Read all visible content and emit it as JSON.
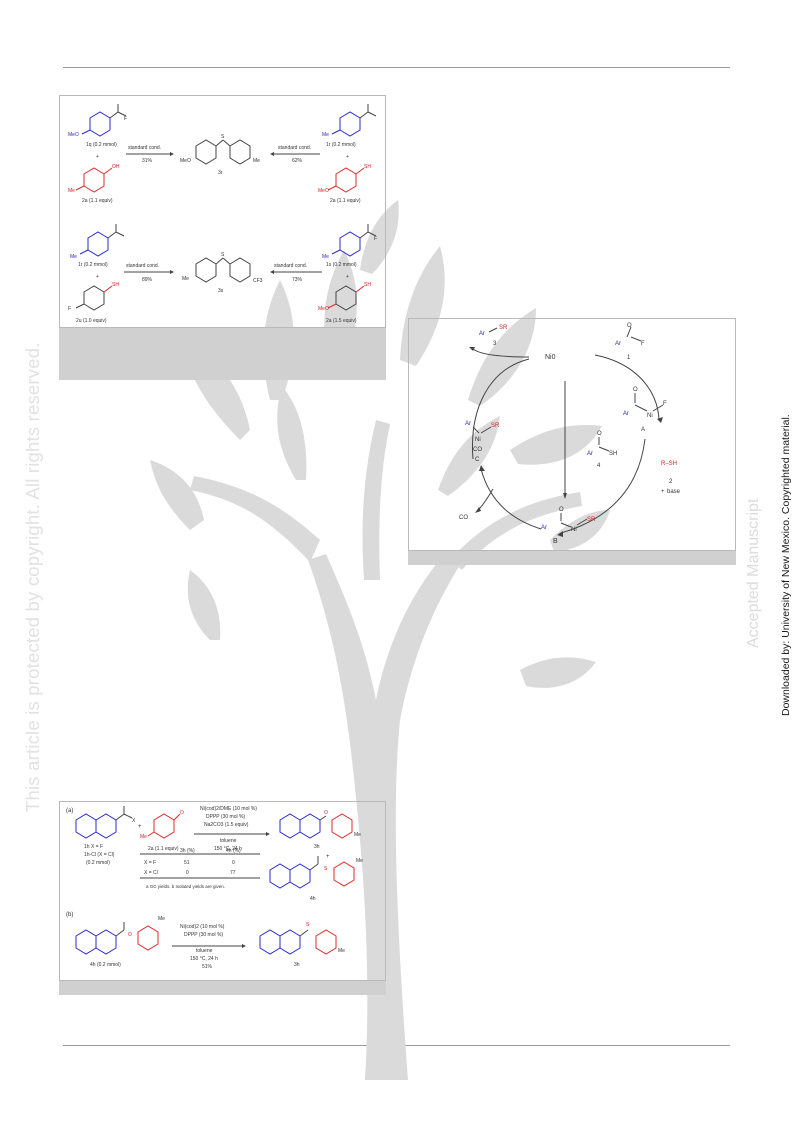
{
  "page": {
    "copyright_note": "This article is protected by copyright. All rights reserved.",
    "accepted_label": "Accepted Manuscript",
    "download_note": "Downloaded by: University of New Mexico. Copyrighted material."
  },
  "scheme1": {
    "top_left": {
      "reagent1": "1q (0.2 mmol)",
      "reagent2": "2a (1.1 equiv)",
      "conditions": "standard cond.",
      "yield": "31%",
      "plus": "+"
    },
    "top_right": {
      "reagent1": "1r (0.2 mmol)",
      "reagent2": "2a (1.1 equiv)",
      "conditions": "standard cond.",
      "yield": "62%",
      "plus": "+"
    },
    "product_top": "3r",
    "bottom_left": {
      "reagent1": "1r (0.2 mmol)",
      "reagent2": "2u (1.0 equiv)",
      "conditions": "standard cond.",
      "yield": "89%",
      "plus": "+"
    },
    "bottom_right": {
      "reagent1": "1s (0.2 mmol)",
      "reagent2": "2a (1.5 equiv)",
      "conditions": "standard cond.",
      "yield": "73%",
      "plus": "+"
    },
    "product_bottom": "3s"
  },
  "scheme2": {
    "label_a": "(a)",
    "reagent1": "1h X = F",
    "reagent1_alt": "1h-Cl (X = Cl)",
    "reagent1_amount": "(0.2 mmol)",
    "reagent2": "2a (1.1 equiv)",
    "conditions": [
      "Ni(cod)2/DME (10 mol %)",
      "DPPP (30 mol %)",
      "Na2CO3 (1.5 equiv)",
      "toluene",
      "150 °C, 24 h"
    ],
    "product1": "3h",
    "product2": "4h",
    "plus": "+",
    "table_headers": [
      "3h (%)",
      "4h (%)"
    ],
    "table_rows": [
      [
        "X = F",
        "51",
        "0"
      ],
      [
        "X = Cl",
        "0",
        "77"
      ]
    ],
    "table_note": "a GC yields. b Isolated yields are given.",
    "label_b": "(b)",
    "reagent3": "4h (0.2 mmol)",
    "conditions_b": [
      "Ni(cod)2 (10 mol %)",
      "DPPP (30 mol %)",
      "toluene",
      "150 °C, 24 h"
    ],
    "yield_b": "51%",
    "product3": "3h"
  },
  "cycle": {
    "catalyst": "Ni0",
    "compound1": "1",
    "compound2": "2",
    "compound3": "3",
    "compound4": "4",
    "int_A": "A",
    "int_B": "B",
    "int_C": "C",
    "base_label": "base",
    "co_label": "CO",
    "thiol_label": "R–SH"
  },
  "colors": {
    "blue": "#2a2ad0",
    "red": "#e02a2a",
    "caption_gray": "#d0d0d0",
    "watermark": "#d9d9d9"
  }
}
